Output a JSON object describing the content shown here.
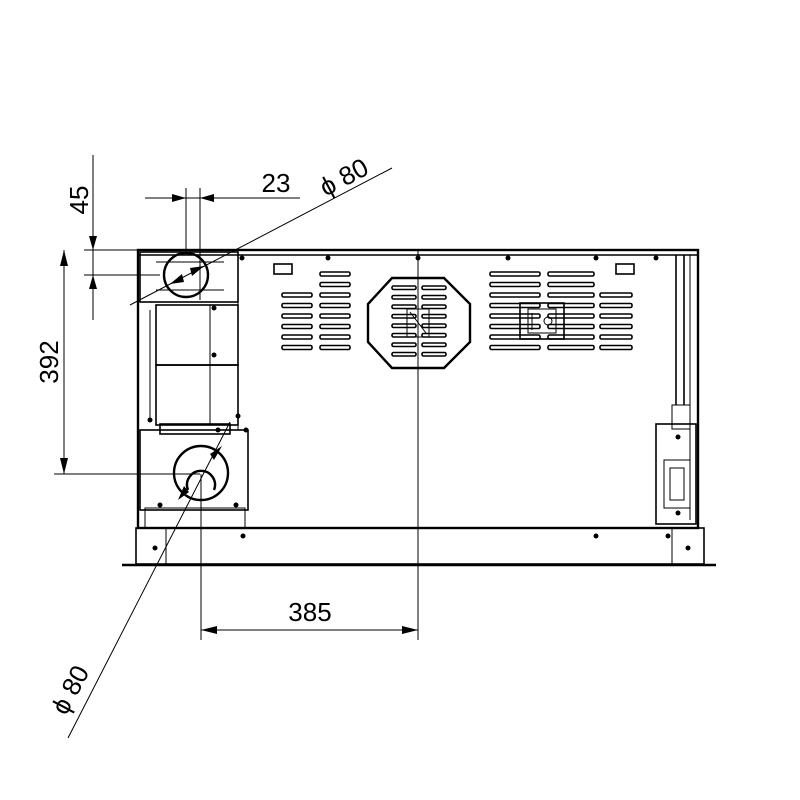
{
  "diagram": {
    "dimensions": {
      "top_offset": "45",
      "pipe_offset": "23",
      "top_pipe_diameter": "ϕ 80",
      "height": "392",
      "horizontal": "385",
      "bottom_pipe_diameter": "ϕ 80"
    },
    "colors": {
      "line": "#000000",
      "background": "#ffffff"
    }
  }
}
